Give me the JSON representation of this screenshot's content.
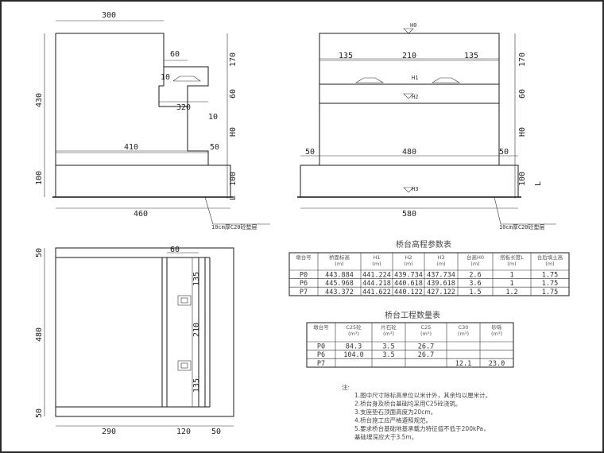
{
  "side_view": {
    "dims": {
      "top": "300",
      "ledge": "60",
      "ten_a": "10",
      "inner": "320",
      "ten_b": "10",
      "base": "410",
      "fifty": "50",
      "height": "430",
      "foot": "100",
      "bottom": "460",
      "r170": "170",
      "r60": "60",
      "rH0": "H0",
      "r100": "100",
      "rL": "L"
    },
    "note": "10cm厚C20砼垫层"
  },
  "front_view": {
    "dims": {
      "l135": "135",
      "mid210": "210",
      "r135": "135",
      "l50": "50",
      "w480": "480",
      "r50": "50",
      "bottom": "580",
      "r170": "170",
      "r60": "60",
      "rH0": "H0",
      "r100": "100",
      "rL": "L"
    },
    "levels": {
      "h0": "H0",
      "h1": "H1",
      "h2": "H2",
      "h3": "H3"
    },
    "note": "10cm厚C20砼垫层"
  },
  "plan_view": {
    "dims": {
      "top60": "60",
      "left50a": "50",
      "left480": "480",
      "left50b": "50",
      "r135a": "135",
      "r210": "210",
      "r135b": "135",
      "b290": "290",
      "b120": "120",
      "b50": "50"
    }
  },
  "table1": {
    "title": "桥台高程参数表",
    "headers": [
      "墩台号",
      "桥面标高\n(m)",
      "H1\n(m)",
      "H2\n(m)",
      "H3\n(m)",
      "台高H0\n(m)",
      "搭板长度L\n(m)",
      "台后填土高\n(m)"
    ],
    "rows": [
      [
        "P0",
        "443.884",
        "441.224",
        "439.734",
        "437.734",
        "2.6",
        "1",
        "1.75"
      ],
      [
        "P6",
        "445.968",
        "444.218",
        "440.618",
        "439.618",
        "3.6",
        "1",
        "1.75"
      ],
      [
        "P7",
        "443.372",
        "441.622",
        "440.122",
        "427.122",
        "1.5",
        "1.2",
        "1.75"
      ]
    ]
  },
  "table2": {
    "title": "桥台工程数量表",
    "headers": [
      "墩台号",
      "C25砼\n(m³)",
      "片石砼\n(m³)",
      "C25\n(m³)",
      "C30\n(m³)",
      "砂砾\n(m³)"
    ],
    "rows": [
      [
        "P0",
        "84.3",
        "3.5",
        "26.7",
        "",
        ""
      ],
      [
        "P6",
        "104.0",
        "3.5",
        "26.7",
        "",
        ""
      ],
      [
        "P7",
        "",
        "",
        "",
        "12.1",
        "23.0"
      ]
    ]
  },
  "notes": {
    "title": "注:",
    "items": [
      "1.图中尺寸除标高单位以米计外，其余均以厘米计。",
      "2.桥台身及桥台基础均采用C25砼浇筑。",
      "3.支座垫石顶面高度为20cm。",
      "4.桥台施工应严格遵照规范。",
      "5.要求桥台基础地基承载力特征值不低于200kPa，",
      "   基础埋深应大于3.5m。"
    ]
  }
}
